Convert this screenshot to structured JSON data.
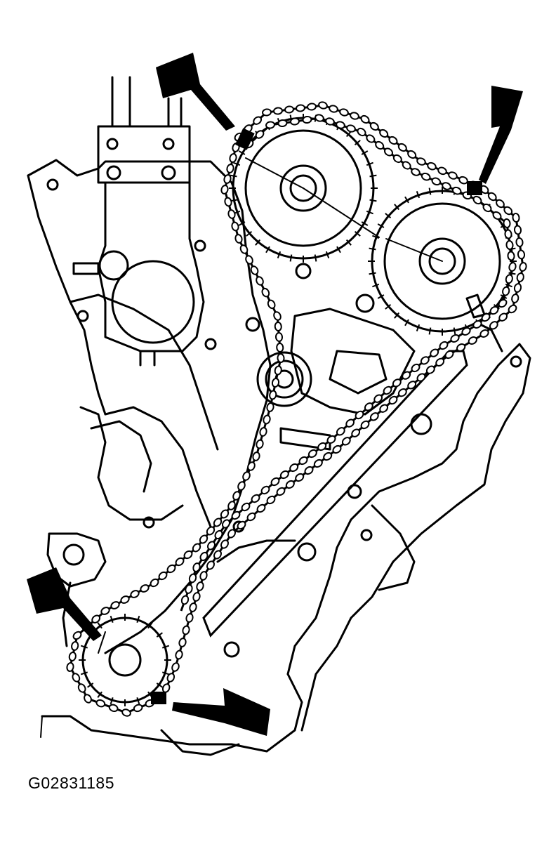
{
  "figure": {
    "id_label": "G02831185",
    "ink_color": "#000000",
    "paper_color": "#ffffff",
    "subject": "timing-chain-alignment-diagram",
    "arrow_count": 4
  }
}
